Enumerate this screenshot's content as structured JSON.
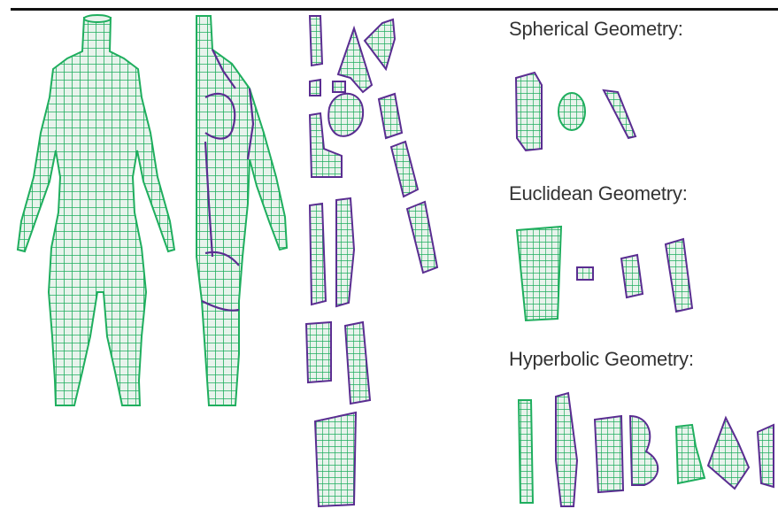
{
  "labels": {
    "spherical": "Spherical Geometry:",
    "euclidean": "Euclidean Geometry:",
    "hyperbolic": "Hyperbolic Geometry:"
  },
  "colors": {
    "mesh": "#1fae5e",
    "fill": "#e6f2ea",
    "seam": "#5a2d91",
    "background": "#ffffff"
  }
}
